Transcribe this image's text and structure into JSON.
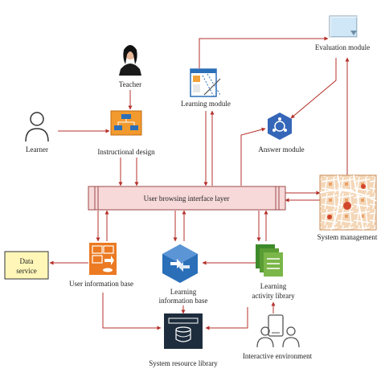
{
  "nodes": {
    "teacher": "Teacher",
    "learner": "Learner",
    "instructional_design": "Instructional design",
    "learning_module": "Learning module",
    "evaluation_module": "Evaluation module",
    "answer_module": "Answer module",
    "ui_layer": "User browsing interface layer",
    "system_management": "System management",
    "data_service_line1": "Data",
    "data_service_line2": "service",
    "user_information_base": "User information base",
    "learning_information_base_line1": "Learning",
    "learning_information_base_line2": "information base",
    "learning_activity_library_line1": "Learning",
    "learning_activity_library_line2": "activity library",
    "interactive_environment": "Interactive environment",
    "system_resource_library": "System resource library"
  },
  "colors": {
    "arrow": "#b5312b",
    "layer_fill": "#f7d9d9",
    "layer_stroke": "#9c4a4a",
    "data_service_fill": "#fff6b8",
    "user_info_orange": "#ec7a22",
    "learning_info_blue": "#2a6fb8",
    "activity_green": "#6aaa3a",
    "answer_blue": "#3566b8",
    "instr_orange": "#f29a2e",
    "instr_blue": "#2a6fb8"
  }
}
